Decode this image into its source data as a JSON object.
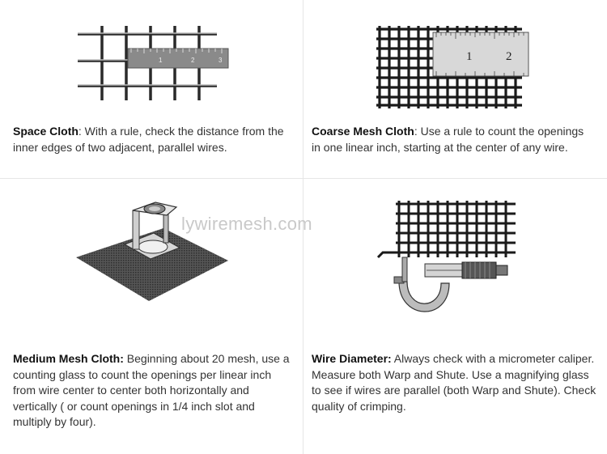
{
  "watermark": "lywiremesh.com",
  "items": [
    {
      "title": "Space Cloth",
      "title_sep": ":",
      "text": " With a rule, check the distance from the inner edges of two adjacent, parallel wires.",
      "image": "space-cloth-with-ruler"
    },
    {
      "title": "Coarse Mesh Cloth",
      "title_sep": ":",
      "text": " Use a rule to count the openings in one linear inch, starting at the center of any wire.",
      "image": "coarse-mesh-with-ruler"
    },
    {
      "title": "Medium Mesh Cloth:",
      "title_sep": "",
      "text": " Beginning about 20 mesh, use a counting glass to count the openings per linear inch from wire center to center both horizontally and vertically ( or count openings in 1/4 inch slot and multiply by four).",
      "image": "counting-glass-on-mesh"
    },
    {
      "title": "Wire Diameter:",
      "title_sep": "",
      "text": " Always check with a micrometer caliper. Measure both Warp and Shute. Use a magnifying glass to see if wires are parallel (both Warp and Shute). Check quality of crimping.",
      "image": "micrometer-on-mesh"
    }
  ],
  "ruler_labels": {
    "space": [
      "1",
      "2",
      "3"
    ],
    "coarse": [
      "1",
      "2"
    ]
  }
}
